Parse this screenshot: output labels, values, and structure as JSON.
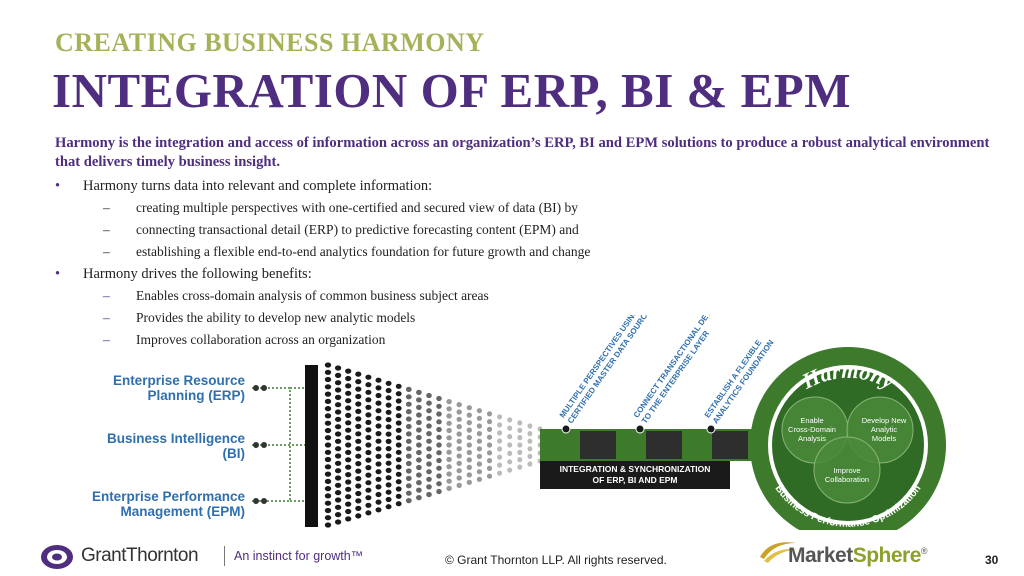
{
  "header": {
    "kicker": "CREATING BUSINESS HARMONY",
    "title": "INTEGRATION OF ERP, BI & EPM"
  },
  "intro": "Harmony is the integration and access of information across an organization’s ERP, BI and EPM solutions to produce a robust analytical environment that delivers timely business insight.",
  "bullets": [
    {
      "text": "Harmony turns data into relevant and complete information:",
      "subs": [
        "creating multiple perspectives with one-certified and secured view of data (BI) by",
        "connecting transactional detail (ERP) to predictive forecasting content (EPM) and",
        "establishing a flexible end-to-end analytics foundation for future growth and change"
      ]
    },
    {
      "text": "Harmony drives the following benefits:",
      "subs": [
        "Enables cross-domain analysis of common business subject areas",
        "Provides the ability to develop new analytic models",
        "Improves collaboration across an organization"
      ]
    }
  ],
  "diagram": {
    "sources": [
      {
        "line1": "Enterprise Resource",
        "line2": "Planning (ERP)"
      },
      {
        "line1": "Business Intelligence",
        "line2": "(BI)"
      },
      {
        "line1": "Enterprise Performance",
        "line2": "Management (EPM)"
      }
    ],
    "steps": [
      {
        "line1": "MULTIPLE PERSPECTIVES USING A",
        "line2": "CERTIFIED MASTER DATA SOURCE"
      },
      {
        "line1": "CONNECT TRANSACTIONAL DETAIL",
        "line2": "TO THE ENTERPRISE LAYER"
      },
      {
        "line1": "ESTABLISH A FLEXIBLE",
        "line2": "ANALYTICS FOUNDATION"
      }
    ],
    "pipe_label_1": "INTEGRATION & SYNCHRONIZATION",
    "pipe_label_2": "OF ERP, BI AND EPM",
    "harmony_title": "Harmony",
    "harmony_arc": "Business Performance Optimization",
    "circles": [
      {
        "line1": "Enable",
        "line2": "Cross-Domain",
        "line3": "Analysis"
      },
      {
        "line1": "Develop New",
        "line2": "Analytic",
        "line3": "Models"
      },
      {
        "line1": "Improve",
        "line2": "Collaboration"
      }
    ],
    "colors": {
      "blue_label": "#2f6fae",
      "green": "#3d7a2c",
      "dark_green": "#24561a",
      "pipe": "#2e2e2e"
    }
  },
  "footer": {
    "gt_name": "GrantThornton",
    "gt_tagline": "An instinct for growth™",
    "copyright": "© Grant Thornton LLP.  All rights reserved.",
    "ms_name_a": "Market",
    "ms_name_b": "Sphere",
    "ms_mark": "®",
    "page": "30"
  },
  "colors": {
    "kicker": "#a7b158",
    "title": "#4f2d7f",
    "gt_purple": "#4f2d7f"
  }
}
